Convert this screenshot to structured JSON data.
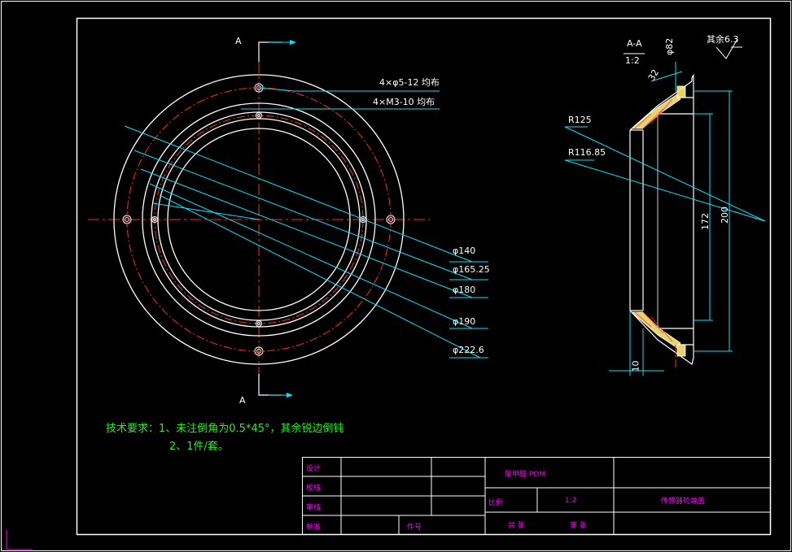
{
  "section_marks": {
    "top": "A",
    "bottom": "A"
  },
  "callouts": {
    "holes_through": "4×φ5-12 均布",
    "holes_tapped": "4×M3-10 均布",
    "d140": "φ140",
    "d165": "φ165.25",
    "d180": "φ180",
    "d190": "φ190",
    "d222": "φ222.6"
  },
  "section_view": {
    "title": "A-A",
    "scale": "1:2",
    "d82": "φ82",
    "d32": "32",
    "r125": "R125",
    "r116": "R116.85",
    "h172": "172",
    "h200": "200",
    "w10": "10",
    "roughness": "其余6.3"
  },
  "requirements": {
    "line1": "技术要求：1、未注倒角为0.5*45°，其余锐边倒钝",
    "line2": "2、1件/套。"
  },
  "title_block": {
    "design": "设计",
    "check": "校核",
    "review": "审核",
    "approve": "标准",
    "material": "聚甲醛 POM",
    "scale_label": "比例",
    "scale_value": "1:2",
    "count_label": "共 张",
    "sheet_label": "第 张",
    "part_name": "传感器轮端盖",
    "part_no_label": "件号"
  }
}
